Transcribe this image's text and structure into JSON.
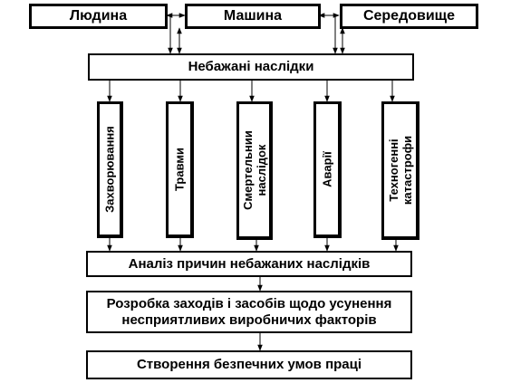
{
  "top_row": [
    "Людина",
    "Машина",
    "Середовище"
  ],
  "main_box": "Небажані наслідки",
  "consequences": [
    {
      "lines": [
        "Захворювання"
      ]
    },
    {
      "lines": [
        "Травми"
      ]
    },
    {
      "lines": [
        "Смертельнии",
        "наслідок"
      ]
    },
    {
      "lines": [
        "Аварії"
      ]
    },
    {
      "lines": [
        "Техногенні",
        "катастрофи"
      ]
    }
  ],
  "analysis_box": "Аналіз причин небажаних наслідків",
  "measures_box": [
    "Розробка заходів і засобів щодо усунення",
    "несприятливих виробничих факторів"
  ],
  "final_box": "Створення безпечних умов праці"
}
